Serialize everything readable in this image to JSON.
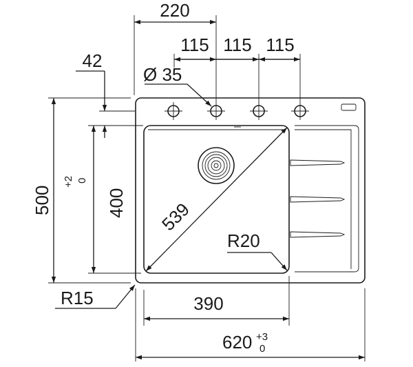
{
  "dimensions": {
    "top_width": "220",
    "hole_spacing_1": "115",
    "hole_spacing_2": "115",
    "hole_spacing_3": "115",
    "hole_offset": "42",
    "hole_diameter": "Ø 35",
    "total_height": "500",
    "total_height_tol_upper": "+2",
    "total_height_tol_lower": "0",
    "bowl_height": "400",
    "bowl_diagonal": "539",
    "bowl_radius": "R20",
    "corner_radius": "R15",
    "bowl_width": "390",
    "total_width": "620",
    "total_width_tol_upper": "+3",
    "total_width_tol_lower": "0"
  }
}
